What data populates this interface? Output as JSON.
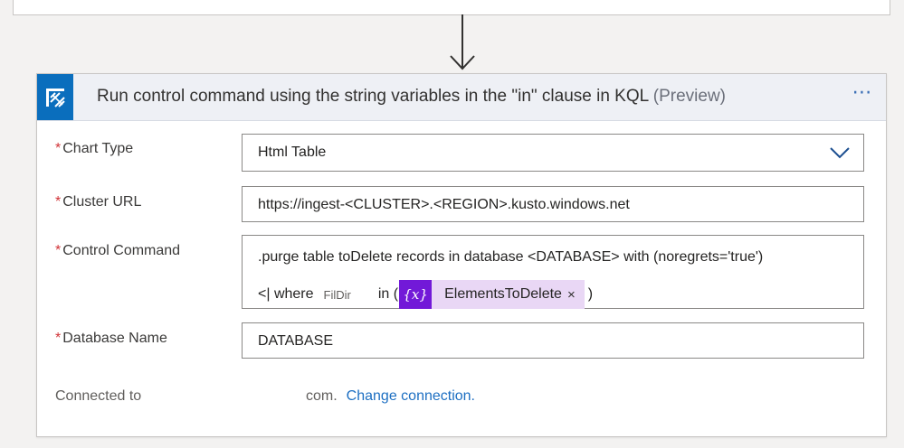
{
  "card": {
    "title": "Run control command using the string variables in the \"in\" clause in KQL",
    "title_suffix": "(Preview)",
    "more_label": "⋯"
  },
  "fields": {
    "chart_type": {
      "required_mark": "*",
      "label": "Chart Type",
      "value": "Html Table"
    },
    "cluster_url": {
      "required_mark": "*",
      "label": "Cluster URL",
      "value": "https://ingest-<CLUSTER>.<REGION>.kusto.windows.net"
    },
    "control_command": {
      "required_mark": "*",
      "label": "Control Command",
      "line1": ".purge table toDelete records in database <DATABASE> with (noregrets='true')",
      "line2_prefix": "<| where",
      "line2_field": "FilDir",
      "line2_in": "in (",
      "token_icon": "{x}",
      "token_label": "ElementsToDelete",
      "token_remove": "×",
      "line2_close": ")"
    },
    "database_name": {
      "required_mark": "*",
      "label": "Database Name",
      "value": "DATABASE"
    }
  },
  "connection": {
    "label": "Connected to",
    "value": "com.",
    "change_link": "Change connection."
  },
  "colors": {
    "accent": "#0a6ebd",
    "token_icon_bg": "#7219d8",
    "token_bg": "#e9d7f5",
    "link": "#1d6fc2",
    "required": "#d13438"
  },
  "icons": {
    "header": "kusto-icon",
    "chart_type_dropdown": "chevron-down-icon",
    "flow_arrow": "arrow-down-icon",
    "token": "variable-icon"
  }
}
